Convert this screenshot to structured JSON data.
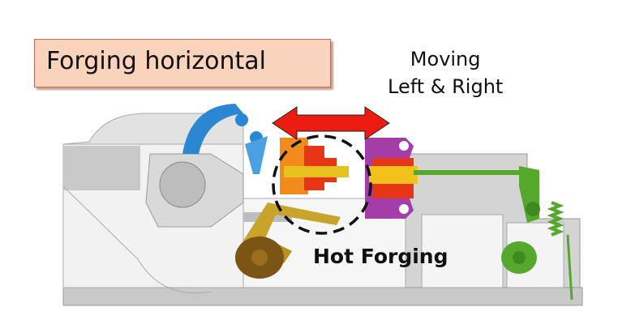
{
  "title": "Forging horizontal",
  "annotation_motion": {
    "line1": "Moving",
    "line2": "Left & Right"
  },
  "annotation_zone": "Hot Forging",
  "colors": {
    "title_bg": "#f9d3bb",
    "arrow": "#ee1c10",
    "blue_lever": "#2b86d4",
    "orange_die": "#f28a1c",
    "red_die": "#e83518",
    "purple_die": "#a43da8",
    "green_linkage": "#54a82c",
    "gold_arm": "#c9a42a",
    "brown_cam": "#7a5514",
    "frame": "#c9c9c9"
  }
}
